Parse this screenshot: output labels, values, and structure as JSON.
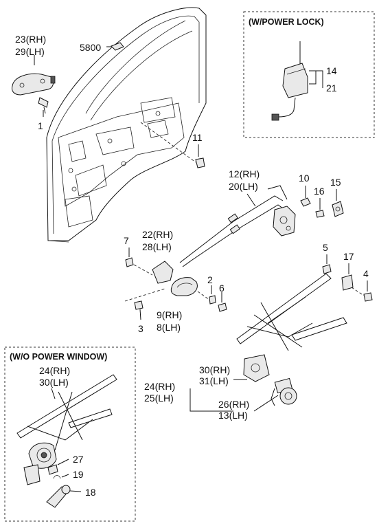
{
  "panels": {
    "power_lock_title": "(W/POWER LOCK)",
    "no_power_window_title": "(W/O POWER WINDOW)"
  },
  "labels": {
    "p23": "23(RH)",
    "p29": "29(LH)",
    "p5800": "5800",
    "p1": "1",
    "p14": "14",
    "p21": "21",
    "p11": "11",
    "p12": "12(RH)",
    "p20": "20(LH)",
    "p10": "10",
    "p16": "16",
    "p15": "15",
    "p22": "22(RH)",
    "p28": "28(LH)",
    "p7": "7",
    "p2": "2",
    "p6": "6",
    "p9": "9(RH)",
    "p8": "8(LH)",
    "p3": "3",
    "p5": "5",
    "p17": "17",
    "p4": "4",
    "p30r": "30(RH)",
    "p31": "31(LH)",
    "p24r": "24(RH)",
    "p25": "25(LH)",
    "p26": "26(RH)",
    "p13": "13(LH)",
    "w24": "24(RH)",
    "w30": "30(LH)",
    "p27": "27",
    "p19": "19",
    "p18": "18"
  }
}
